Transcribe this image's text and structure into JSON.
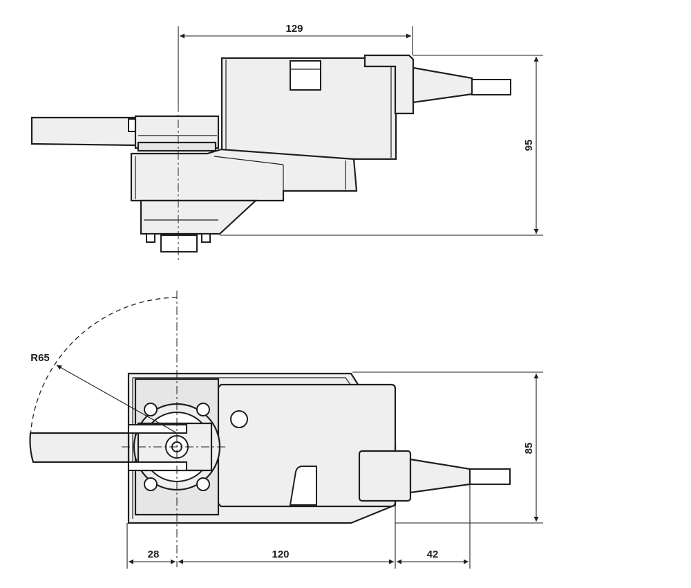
{
  "dimensions": {
    "top_width": "129",
    "top_height": "95",
    "radius": "R65",
    "bottom_height": "85",
    "seg_left": "28",
    "seg_mid": "120",
    "seg_right": "42"
  },
  "colors": {
    "line": "#1e1e1e",
    "fill": "#efefef",
    "background": "#ffffff"
  }
}
